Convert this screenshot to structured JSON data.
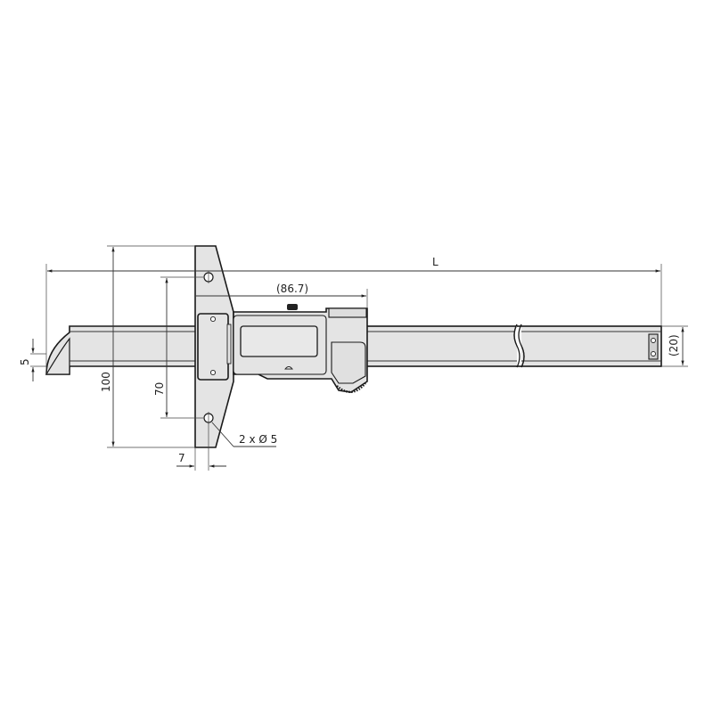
{
  "drawing": {
    "subject": "Digital depth caliper",
    "dimensions": {
      "overall_length": "L",
      "display_unit_length": "(86.7)",
      "beam_height": "(20)",
      "base_height": "100",
      "hole_spacing": "70",
      "hook_height": "5",
      "hole_offset": "7",
      "holes": "2 x Ø 5"
    }
  }
}
